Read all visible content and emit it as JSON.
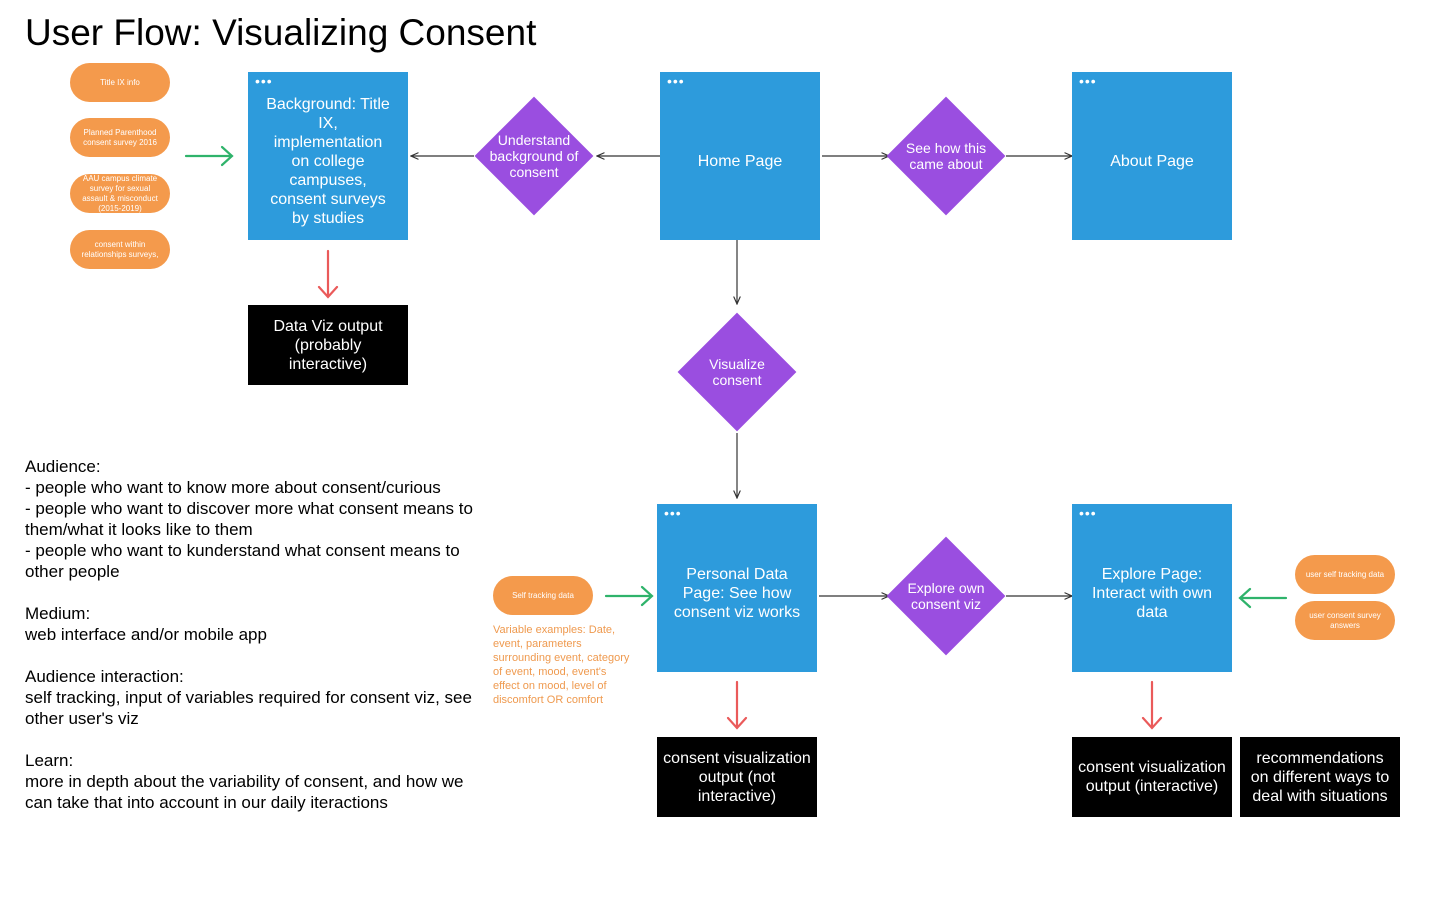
{
  "title": "User Flow: Visualizing Consent",
  "pages": {
    "background": "Background: Title IX, implementation on college campuses, consent surveys by studies",
    "home": "Home Page",
    "about": "About Page",
    "personal": "Personal Data Page: See how consent viz works",
    "explore": "Explore Page: Interact with own data"
  },
  "decisions": {
    "understand_background": "Understand background of consent",
    "see_how": "See how this came about",
    "visualize": "Visualize consent",
    "explore_own": "Explore own consent viz"
  },
  "outputs": {
    "data_viz": "Data Viz output (probably interactive)",
    "consent_viz_static": "consent visualization output (not interactive)",
    "consent_viz_interactive": "consent visualization output (interactive)",
    "recommendations": "recommendations on different ways to deal with situations"
  },
  "sources": {
    "title_ix": "Title IX info",
    "planned_parenthood": "Planned Parenthood consent survey 2016",
    "aau": "AAU campus climate survey for sexual assault & misconduct (2015-2019)",
    "relationships": "consent within relationships surveys,",
    "self_tracking": "Self tracking data",
    "user_self_tracking": "user self tracking data",
    "user_survey": "user consent survey answers"
  },
  "variable_examples": "Variable examples: Date, event, parameters surrounding event, category of event, mood, event's effect on mood, level of discomfort OR comfort",
  "notes": {
    "audience_heading": "Audience:",
    "audience_1": "- people who want to know more about consent/curious",
    "audience_2": "- people who want to discover more what consent means to them/what it looks like to them",
    "audience_3": "- people who want to kunderstand what consent means to other people",
    "medium_heading": "Medium:",
    "medium_text": "web interface and/or mobile app",
    "interaction_heading": "Audience interaction:",
    "interaction_text": "self tracking, input of variables required for consent viz, see other user's viz",
    "learn_heading": "Learn:",
    "learn_text": "more in depth about the variability of consent, and how we can take that into account in our daily iteractions"
  },
  "colors": {
    "page_blue": "#2d9bdc",
    "decision_purple": "#9a4ee0",
    "source_orange": "#f49a4c",
    "output_black": "#000000",
    "arrow_green": "#2fb36b",
    "arrow_red": "#ea5a5a"
  }
}
